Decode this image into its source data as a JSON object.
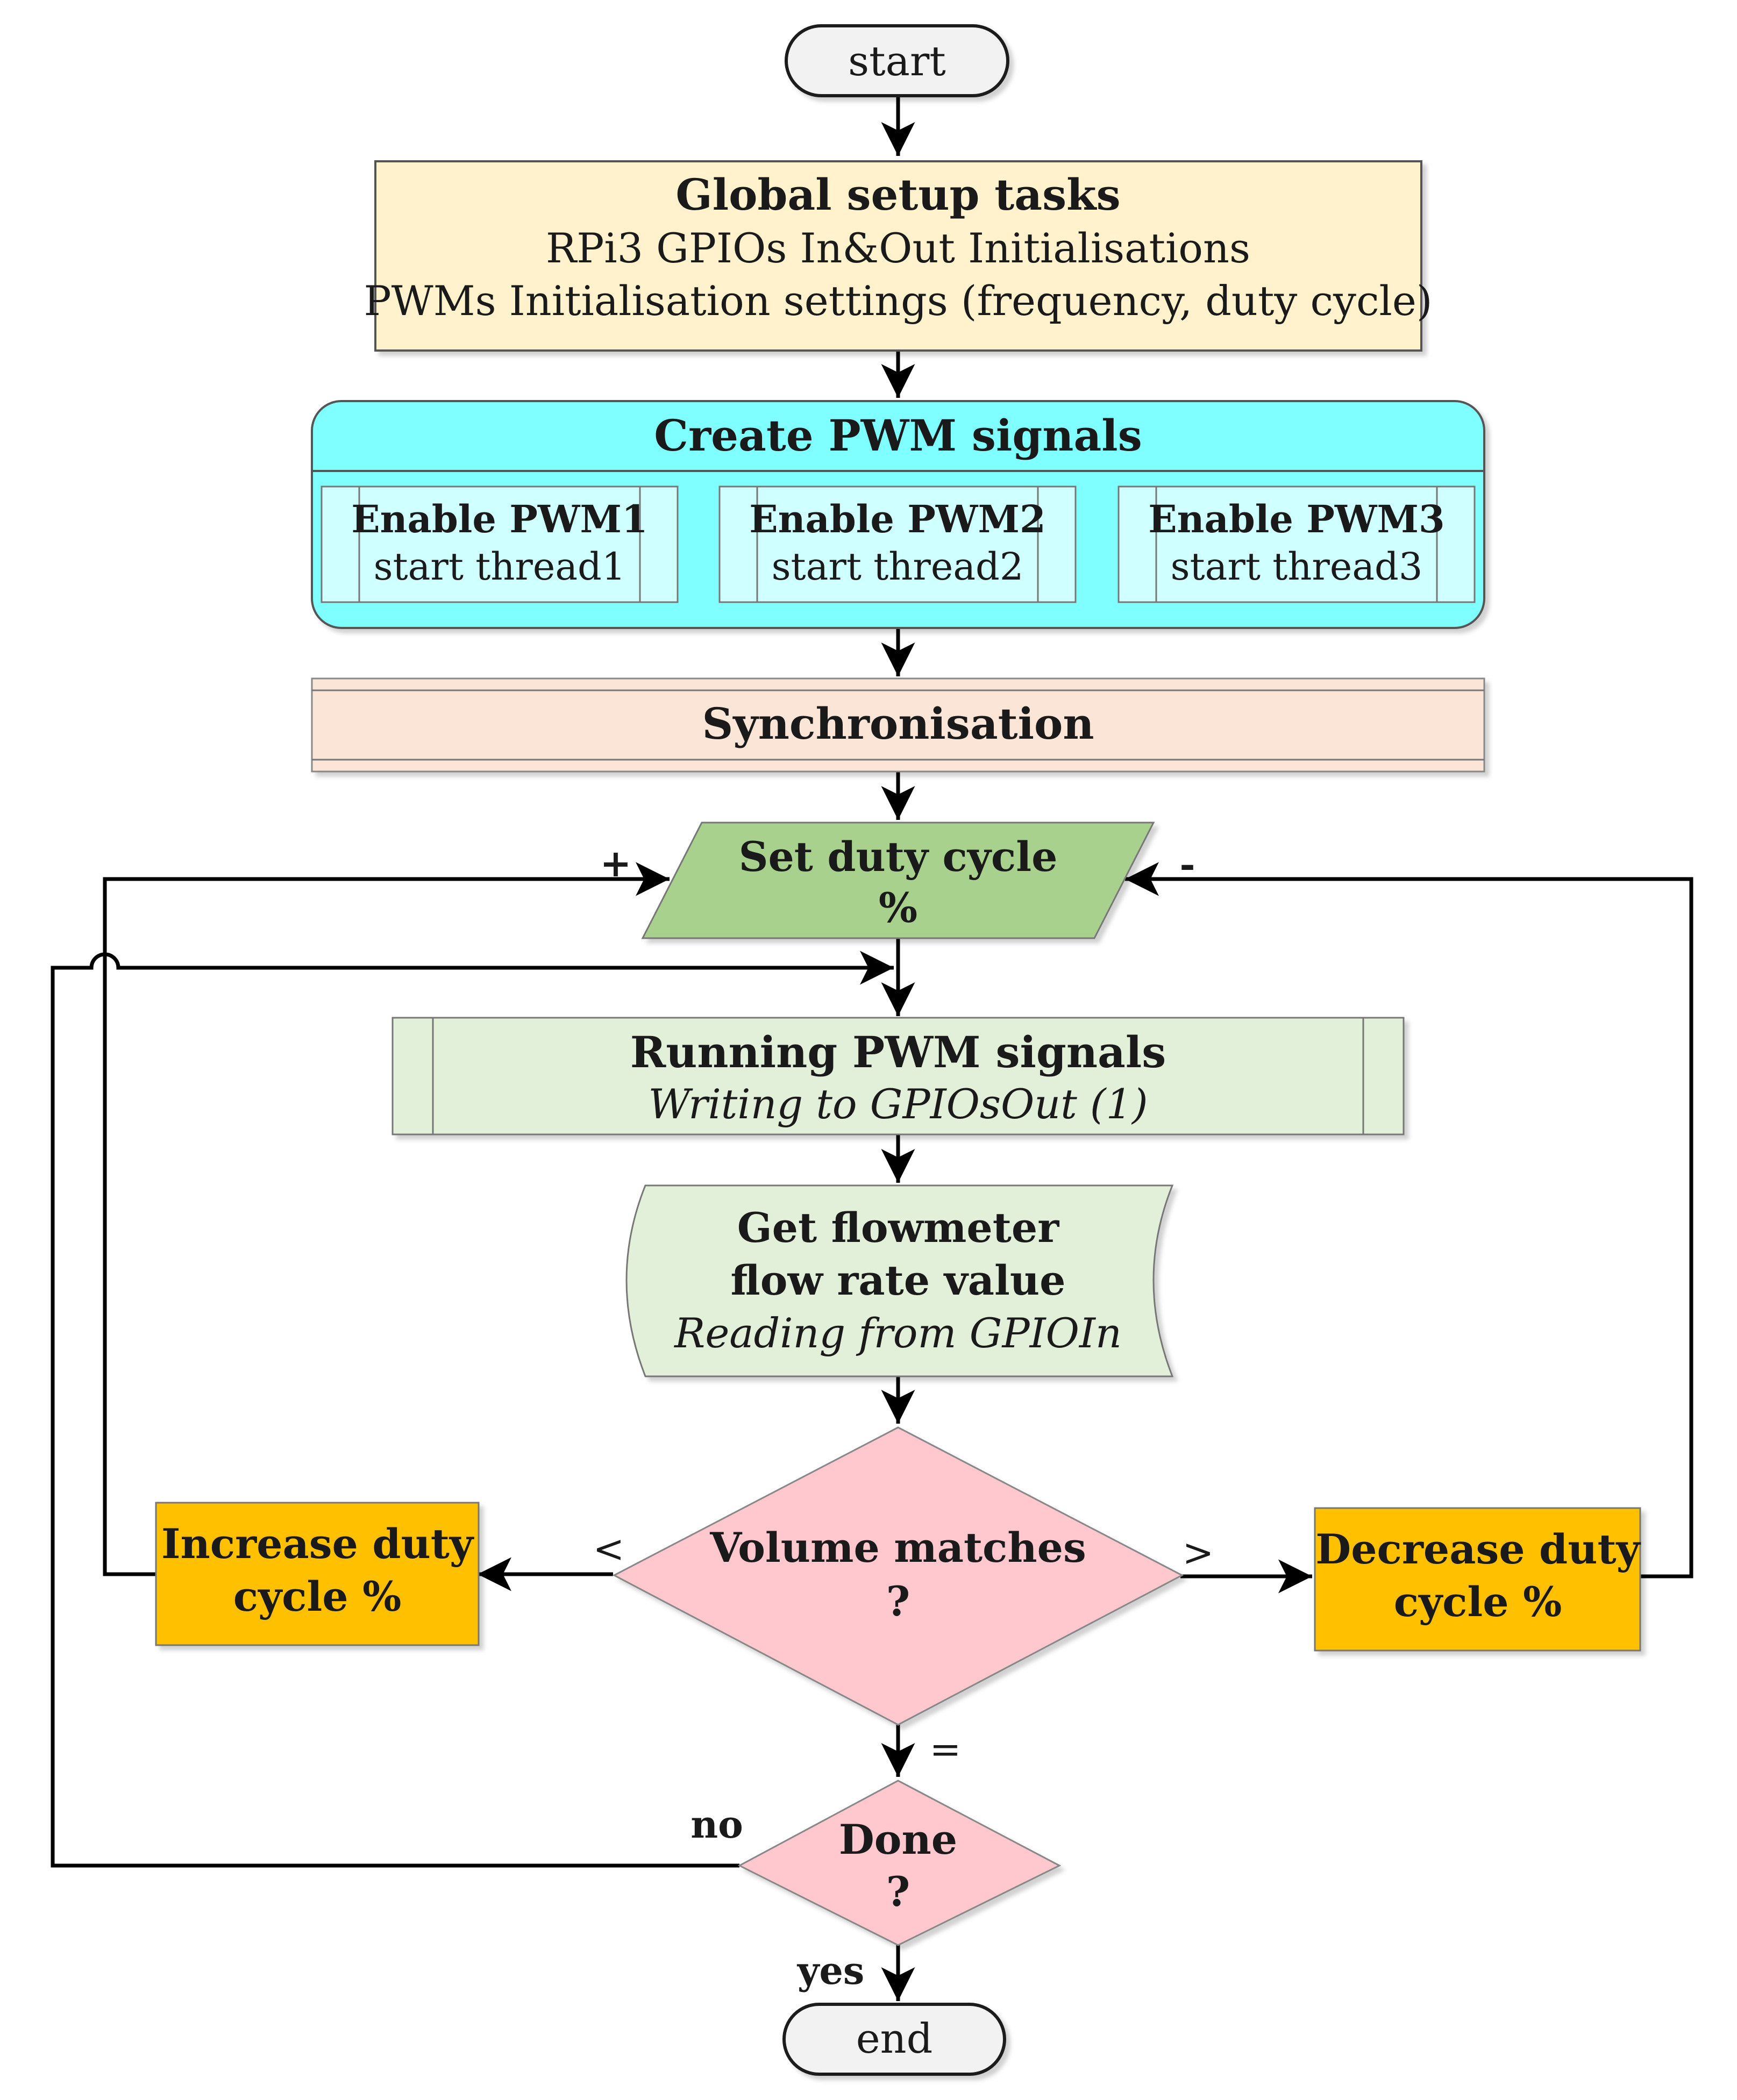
{
  "start": {
    "label": "start"
  },
  "setup": {
    "title": "Global setup tasks",
    "line1": "RPi3 GPIOs In&Out Initialisations",
    "line2": "PWMs Initialisation settings (frequency, duty cycle)"
  },
  "pwm_group": {
    "title": "Create PWM signals",
    "items": [
      {
        "title": "Enable PWM1",
        "sub": "start thread1"
      },
      {
        "title": "Enable PWM2",
        "sub": "start thread2"
      },
      {
        "title": "Enable PWM3",
        "sub": "start thread3"
      }
    ]
  },
  "sync": {
    "label": "Synchronisation"
  },
  "set_duty": {
    "line1": "Set duty cycle",
    "line2": "%"
  },
  "running": {
    "title": "Running PWM signals",
    "sub": "Writing to GPIOsOut (1)"
  },
  "flowmeter": {
    "line1": "Get flowmeter",
    "line2": "flow rate value",
    "sub": "Reading from GPIOIn"
  },
  "volume": {
    "line1": "Volume matches",
    "line2": "?"
  },
  "increase": {
    "line1": "Increase duty",
    "line2": "cycle %"
  },
  "decrease": {
    "line1": "Decrease duty",
    "line2": "cycle %"
  },
  "done": {
    "line1": "Done",
    "line2": "?"
  },
  "end": {
    "label": "end"
  },
  "edge_labels": {
    "plus": "+",
    "minus": "-",
    "less": "<",
    "greater": ">",
    "equal": "=",
    "no": "no",
    "yes": "yes"
  },
  "colors": {
    "setup_fill": "#FFF2CC",
    "pwm_fill": "#7FFFFF",
    "pwm_item_fill": "#CFFFFF",
    "sync_fill": "#FBE5D6",
    "set_duty_fill": "#A9D18E",
    "running_fill": "#E2F0D9",
    "decision_fill": "#FFC7CE",
    "adjust_fill": "#FFC000",
    "terminal_fill": "#F2F2F2"
  }
}
